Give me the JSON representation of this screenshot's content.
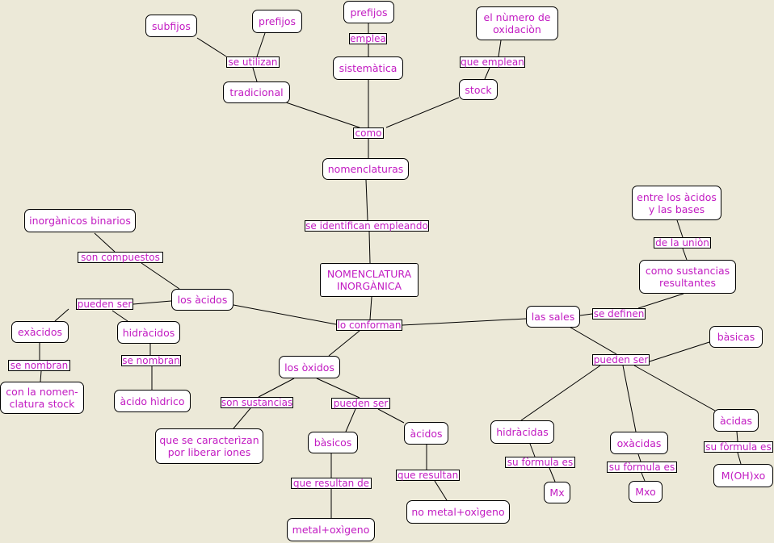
{
  "colors": {
    "background": "#ece9d8",
    "text": "#c21bc2",
    "border": "#000000",
    "node": "#ffffff"
  },
  "concepts": {
    "subfijos": "subfijos",
    "prefijos_trad": "prefijos",
    "prefijos_sis": "prefijos",
    "numero_oxidacion": "el nùmero de\noxidaciòn",
    "tradicional": "tradicional",
    "sistematica": "sistemàtica",
    "stock": "stock",
    "nomenclaturas": "nomenclaturas",
    "inorganicos_binarios": "inorgànicos binarios",
    "nomenclatura_inorganica": "NOMENCLATURA\nINORGÀNICA",
    "entre_acidos_bases": "entre los àcidos\ny las bases",
    "sustancias_resultantes": "como sustancias\nresultantes",
    "los_acidos": "los àcidos",
    "las_sales": "las sales",
    "exacidos": "exàcidos",
    "hidracidos_acidos": "hidràcidos",
    "basicas": "bàsicas",
    "nomenclatura_stock": "con la nomen-\nclatura stock",
    "acido_hidrico": "àcido hìdrico",
    "los_oxidos": "los òxidos",
    "se_caracterizan": "que se caracterìzan\npor liberar iones",
    "basicos": "bàsicos",
    "acidos_oxidos": "àcidos",
    "hidracidas": "hidràcidas",
    "oxacidas": "oxàcidas",
    "acidas": "àcidas",
    "mx": "Mx",
    "mxo": "Mxo",
    "m_oh_xo": "M(OH)xo",
    "no_metal_oxigeno": "no metal+oxìgeno",
    "metal_oxigeno": "metal+oxìgeno"
  },
  "links": {
    "se_utilizan": "se utilizan",
    "emplea": "emplea",
    "que_emplean": "que emplean",
    "como": "como",
    "se_identifican": "se identifican empleando",
    "son_compuestos": "son compuestos ",
    "de_la_union": "de la uniòn",
    "se_definen": "se definen",
    "pueden_ser_acidos": "pueden ser",
    "lo_conforman": "lo conforman",
    "se_nombran_exa": "se nombran ",
    "se_nombran_hid": "se nombran",
    "pueden_ser_sales": "pueden ser",
    "son_sustancias": "son sustancias",
    "pueden_ser_oxidos": "pueden ser",
    "su_formula_1": "su fòrmula es",
    "su_formula_2": "su fòrmula es",
    "su_formula_3": "su fòrmula es",
    "que_resultan": "que resultan",
    "que_resultan_de": "que resultan de"
  }
}
